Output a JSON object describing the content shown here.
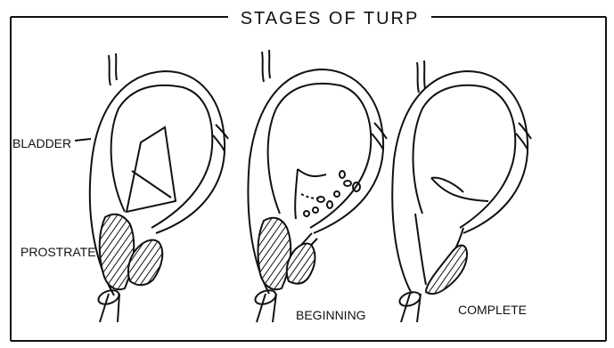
{
  "diagram": {
    "title": "STAGES OF TURP",
    "labels": {
      "bladder": "BLADDER",
      "prostate": "PROSTRATE",
      "beginning": "BEGINNING",
      "complete": "COMPLETE"
    }
  }
}
